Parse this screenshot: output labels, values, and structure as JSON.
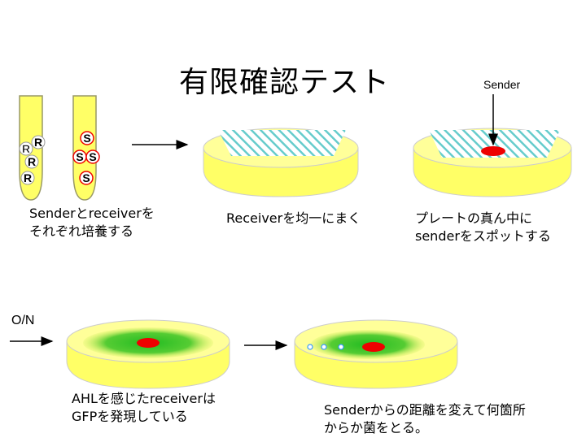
{
  "slide": {
    "title": "有限確認テスト",
    "sender_label": "Sender",
    "tube_r_letter": "R",
    "tube_s_letter": "S",
    "caption_culture": "Senderとreceiverを\nそれぞれ培養する",
    "caption_spread": "Receiverを均一にまく",
    "caption_spot": "プレートの真ん中に\nsenderをスポットする",
    "on_label": "O/N",
    "caption_gfp": "AHLを感じたreceiverは\nGFPを発現している",
    "caption_sample": "Senderからの距離を変えて何箇所\nからか菌をとる。"
  },
  "colors": {
    "tube_fill": "#ffff66",
    "tube_stroke": "#999966",
    "plate_fill": "#ffff88",
    "plate_rim": "#e8e870",
    "hatch": "#66cccc",
    "sender_spot": "#ee0000",
    "gfp_green": "#33cc33",
    "pick_dot": "#3399ff"
  }
}
